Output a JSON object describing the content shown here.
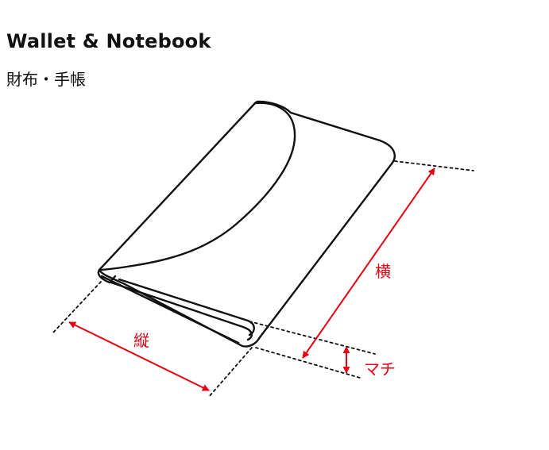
{
  "header": {
    "title": "Wallet & Notebook",
    "subtitle": "財布・手帳"
  },
  "diagram": {
    "dimension_labels": {
      "width": "横",
      "height": "縦",
      "depth": "マチ"
    },
    "colors": {
      "outline": "#111111",
      "dimension": "#e60012"
    }
  }
}
